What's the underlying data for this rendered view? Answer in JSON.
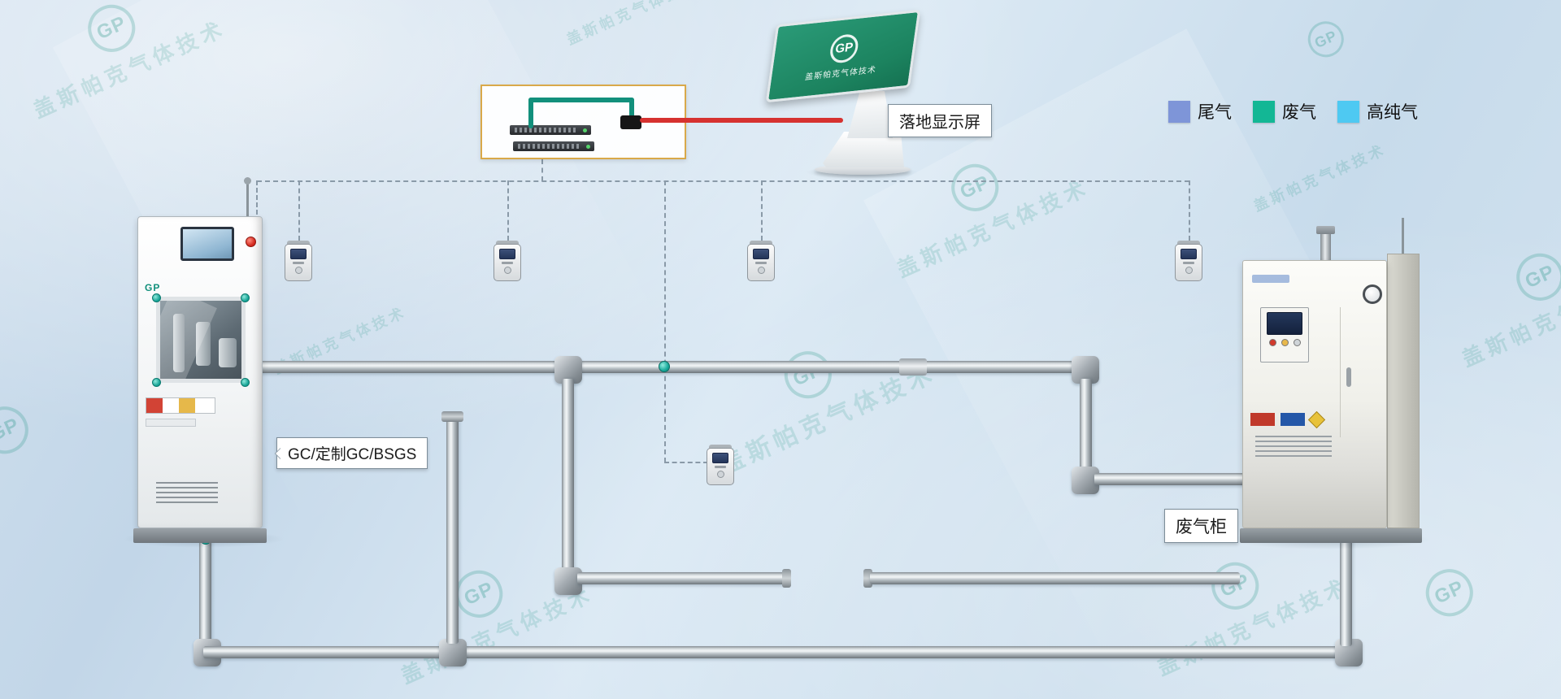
{
  "legend": {
    "items": [
      {
        "id": "tail-gas",
        "label": "尾气",
        "color": "#7e95d8"
      },
      {
        "id": "waste-gas",
        "label": "废气",
        "color": "#13b795"
      },
      {
        "id": "pure-gas",
        "label": "高纯气",
        "color": "#4ec9f2"
      }
    ]
  },
  "labels": {
    "display_screen": "落地显示屏",
    "gc_cabinet": "GC/定制GC/BSGS",
    "waste_cabinet": "废气柜"
  },
  "branding": {
    "logo_text": "GP",
    "brand_name": "盖斯帕克气体技术"
  },
  "colors": {
    "pipe_metal": "#b9c1c6",
    "dashed_line": "#8a9aa8",
    "network_box_border": "#d9a94a",
    "cable_red": "#d63230",
    "cable_teal": "#12907c",
    "kiosk_screen_green": "#1f8f70",
    "valve_teal": "#17a99a"
  }
}
